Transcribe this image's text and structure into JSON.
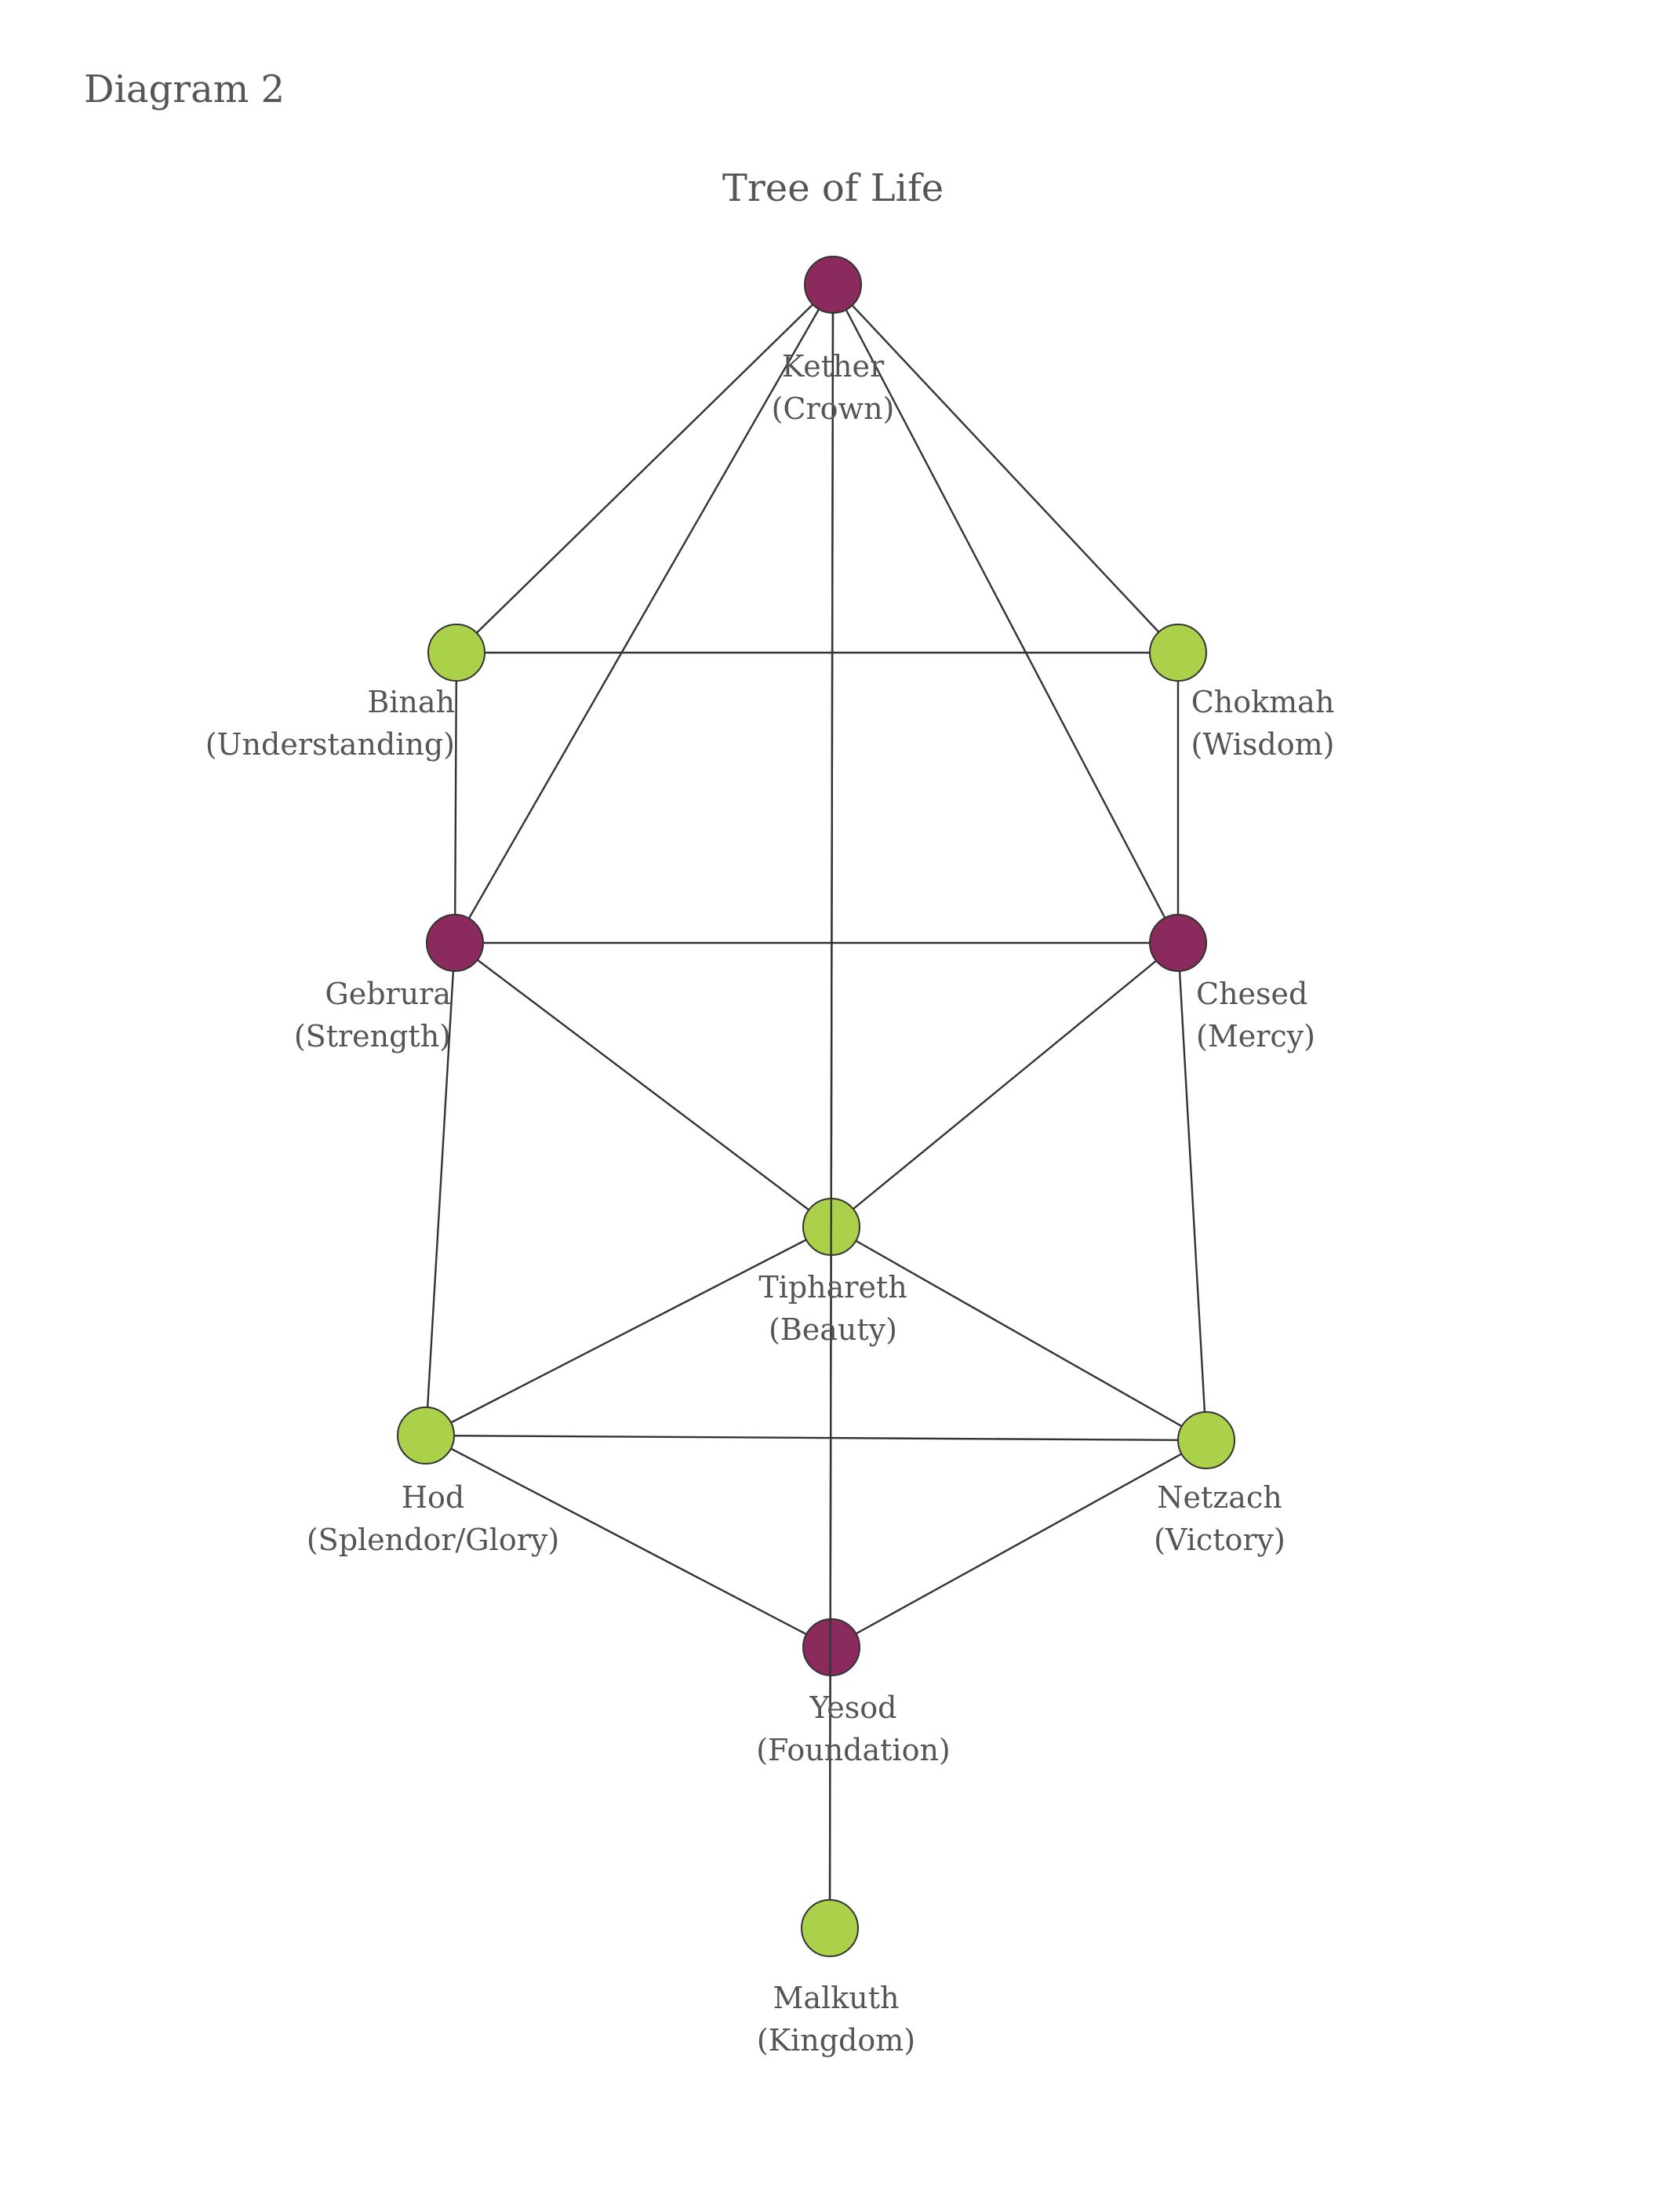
{
  "doc": {
    "diagram_number": "Diagram 2",
    "title": "Tree of Life"
  },
  "colors": {
    "maroon_node": "#8a2a5d",
    "green_node": "#abd04a",
    "node_stroke": "#333333",
    "line": "#333333",
    "text": "#555555"
  },
  "nodes": [
    {
      "id": "kether",
      "name": "Kether",
      "meaning": "(Crown)",
      "color": "maroon_node"
    },
    {
      "id": "binah",
      "name": "Binah",
      "meaning": "(Understanding)",
      "color": "green_node"
    },
    {
      "id": "chokmah",
      "name": "Chokmah",
      "meaning": "(Wisdom)",
      "color": "green_node"
    },
    {
      "id": "gebrura",
      "name": "Gebrura",
      "meaning": "(Strength)",
      "color": "maroon_node"
    },
    {
      "id": "chesed",
      "name": "Chesed",
      "meaning": "(Mercy)",
      "color": "maroon_node"
    },
    {
      "id": "tiphareth",
      "name": "Tiphareth",
      "meaning": "(Beauty)",
      "color": "green_node"
    },
    {
      "id": "hod",
      "name": "Hod",
      "meaning": "(Splendor/Glory)",
      "color": "green_node"
    },
    {
      "id": "netzach",
      "name": "Netzach",
      "meaning": "(Victory)",
      "color": "green_node"
    },
    {
      "id": "yesod",
      "name": "Yesod",
      "meaning": "(Foundation)",
      "color": "maroon_node"
    },
    {
      "id": "malkuth",
      "name": "Malkuth",
      "meaning": "(Kingdom)",
      "color": "green_node"
    }
  ],
  "paths": [
    [
      "kether",
      "binah"
    ],
    [
      "kether",
      "chokmah"
    ],
    [
      "kether",
      "gebrura"
    ],
    [
      "kether",
      "chesed"
    ],
    [
      "kether",
      "malkuth"
    ],
    [
      "binah",
      "chokmah"
    ],
    [
      "binah",
      "gebrura"
    ],
    [
      "chokmah",
      "chesed"
    ],
    [
      "gebrura",
      "chesed"
    ],
    [
      "gebrura",
      "tiphareth"
    ],
    [
      "chesed",
      "tiphareth"
    ],
    [
      "gebrura",
      "hod"
    ],
    [
      "chesed",
      "netzach"
    ],
    [
      "tiphareth",
      "hod"
    ],
    [
      "tiphareth",
      "netzach"
    ],
    [
      "hod",
      "netzach"
    ],
    [
      "hod",
      "yesod"
    ],
    [
      "netzach",
      "yesod"
    ]
  ]
}
